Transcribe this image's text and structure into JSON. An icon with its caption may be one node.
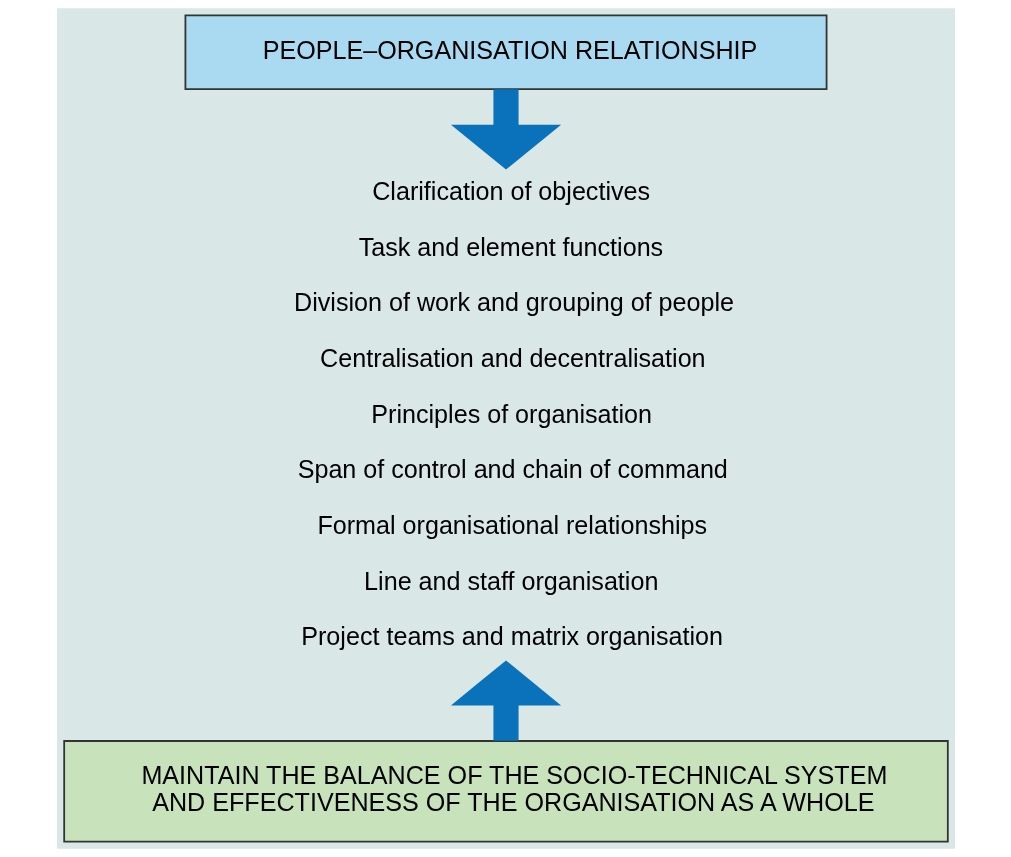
{
  "diagram": {
    "nodes": [
      {
        "text": [
          "PEOPLE–ORGANISATION RELATIONSHIP"
        ]
      },
      {
        "text": [
          "Clarification of objectives",
          "Task and element functions",
          "Division of work and grouping of people",
          "Centralisation and decentralisation",
          "Principles of organisation",
          "Span of control and chain of command",
          "Formal organisational relationships",
          "Line and staff organisation",
          "Project teams and matrix organisation"
        ]
      },
      {
        "text": [
          "MAINTAIN THE BALANCE OF THE SOCIO-TECHNICAL SYSTEM AND EFFECTIVENESS OF THE ORGANISATION AS A WHOLE"
        ]
      }
    ],
    "edges": [
      {
        "from": 0,
        "to": 1,
        "arrow": "to"
      },
      {
        "from": 2,
        "to": 1,
        "arrow": "to"
      }
    ]
  }
}
